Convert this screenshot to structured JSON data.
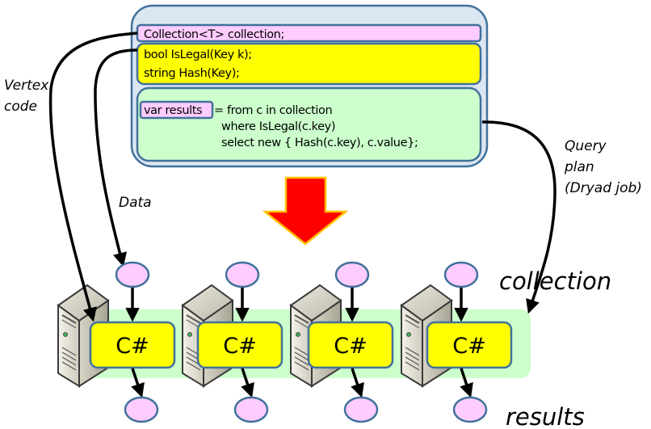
{
  "diagram": {
    "code_block": {
      "collection_decl": "Collection<T> collection;",
      "functions": [
        "bool IsLegal(Key k);",
        "string Hash(Key);"
      ],
      "query": {
        "var_label": "var results",
        "line1": "= from c in collection",
        "line2": "where IsLegal(c.key)",
        "line3": "select new { Hash(c.key), c.value};"
      }
    },
    "labels": {
      "vertex_code": [
        "Vertex",
        "code"
      ],
      "data": "Data",
      "query_plan": [
        "Query",
        "plan",
        "(Dryad job)"
      ],
      "collection": "collection",
      "results": "results"
    },
    "nodes": [
      {
        "label": "C#"
      },
      {
        "label": "C#"
      },
      {
        "label": "C#"
      },
      {
        "label": "C#"
      }
    ],
    "colors": {
      "outer_box": "#dce6f2",
      "border": "#41719c",
      "collection_pink": "#ffccff",
      "functions_yellow": "#ffff00",
      "query_green": "#ccffcc",
      "arrow_red": "#ff0000",
      "arrow_outline": "#ffc000",
      "band_green": "#ccffcc",
      "ellipse_pink": "#ffccff"
    }
  }
}
